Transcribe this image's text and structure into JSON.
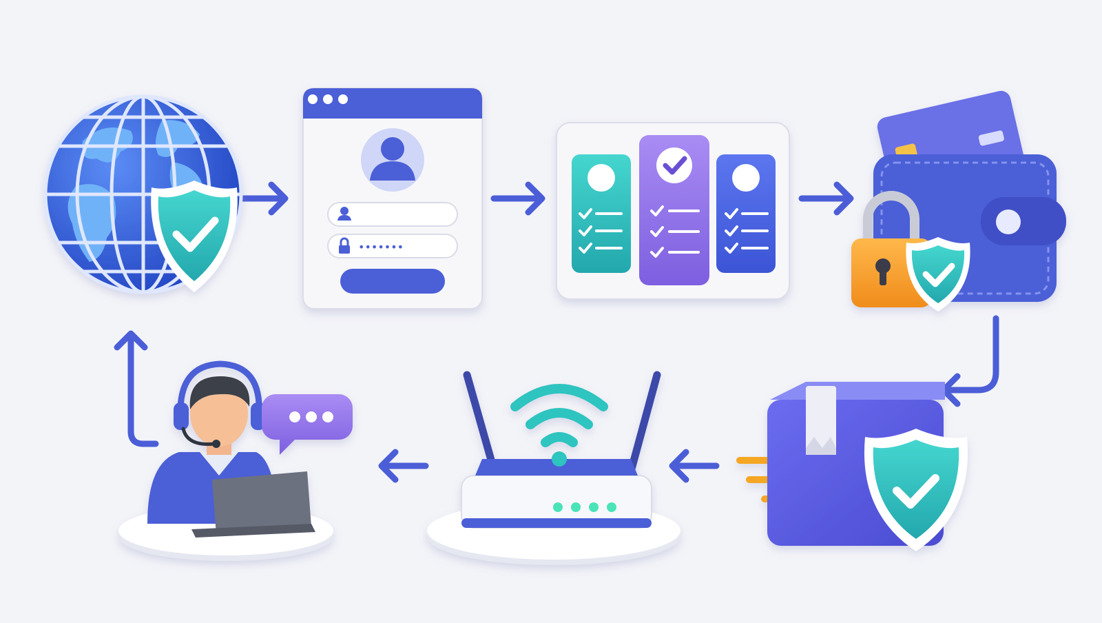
{
  "diagram": {
    "flow": [
      "globe-security",
      "login-form",
      "plan-selection",
      "secure-payment",
      "secure-delivery",
      "router-setup",
      "customer-support"
    ],
    "colors": {
      "background": "#f3f4f8",
      "primary_blue": "#4b5ed7",
      "deep_blue": "#3f4fc6",
      "purple": "#8f6ee8",
      "teal": "#2fc4c0",
      "orange": "#f5a623",
      "white": "#ffffff"
    },
    "password_mask": "•••••••",
    "router_leds": 4
  }
}
